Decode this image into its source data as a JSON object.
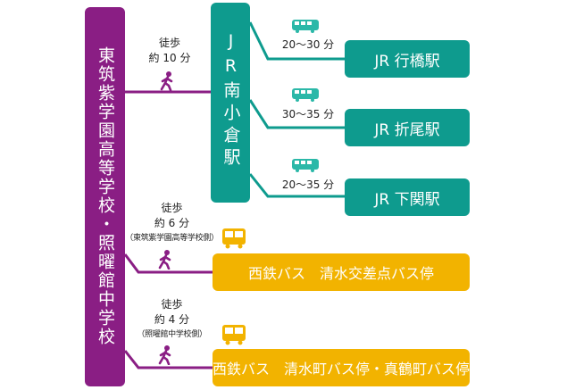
{
  "school": {
    "name": "東筑紫学園高等学校・照曜館中学校",
    "color": "#8a1e84"
  },
  "station": {
    "name": "JR南小倉駅",
    "color": "#0e9b8e"
  },
  "walk_to_station": {
    "line1": "徒歩",
    "line2": "約 10 分"
  },
  "destinations": [
    {
      "label": "JR 行橋駅",
      "time": "20～30 分"
    },
    {
      "label": "JR 折尾駅",
      "time": "30～35 分"
    },
    {
      "label": "JR 下関駅",
      "time": "20～35 分"
    }
  ],
  "bus_stops": [
    {
      "walk1": "徒歩",
      "walk2": "約 6 分",
      "note": "（東筑紫学園高等学校側）",
      "label": "西鉄バス　清水交差点バス停"
    },
    {
      "walk1": "徒歩",
      "walk2": "約 4 分",
      "note": "（照曜館中学校側）",
      "label": "西鉄バス　清水町バス停・真鶴町バス停"
    }
  ],
  "icons": {
    "train": "train-icon",
    "bus": "bus-icon",
    "walker": "walking-person-icon"
  },
  "colors": {
    "bus": "#f2b300",
    "train_icon": "#2bb8a8"
  }
}
